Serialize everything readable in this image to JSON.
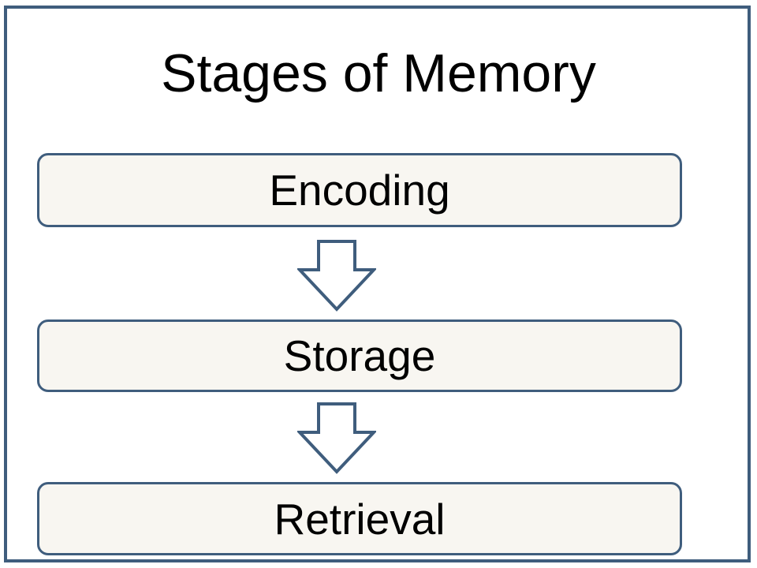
{
  "slide": {
    "title": "Stages of Memory",
    "background_color": "#ffffff",
    "frame_border_color": "#3f5d7d",
    "box_fill_color": "#f8f6f1",
    "box_border_color": "#3f5d7d",
    "arrow_stroke_color": "#3f5d7d",
    "arrow_fill_color": "#ffffff",
    "text_color": "#000000"
  },
  "diagram": {
    "type": "vertical-flow",
    "stages": [
      {
        "label": "Encoding"
      },
      {
        "label": "Storage"
      },
      {
        "label": "Retrieval"
      }
    ],
    "connectors": [
      {
        "icon": "down-arrow-icon",
        "from": "Encoding",
        "to": "Storage"
      },
      {
        "icon": "down-arrow-icon",
        "from": "Storage",
        "to": "Retrieval"
      }
    ]
  }
}
